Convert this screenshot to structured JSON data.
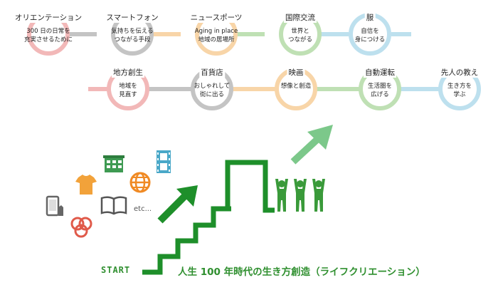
{
  "colors": {
    "pink": "#f2b8b8",
    "gray": "#c4c4c4",
    "peach": "#f8d5a8",
    "green": "#bfe0b4",
    "blue": "#bde0ee",
    "step_green": "#1e8f2a",
    "arrow_light_green": "#7cc88a",
    "people_green": "#3a9a3a"
  },
  "roadmap": {
    "row1": [
      {
        "title": "オリエンテーション",
        "subtitle": "300 日の日常を\n充実させるために"
      },
      {
        "title": "スマートフォン",
        "subtitle": "気持ちを伝える\nつながる手段"
      },
      {
        "title": "ニュースポーツ",
        "subtitle": "Aging in place\n地域の居場所"
      },
      {
        "title": "国際交流",
        "subtitle": "世界と\nつながる"
      },
      {
        "title": "服",
        "subtitle": "自信を\n身につける"
      }
    ],
    "row2": [
      {
        "title": "地方創生",
        "subtitle": "地域を\n見直す"
      },
      {
        "title": "百貨店",
        "subtitle": "おしゃれして\n街に出る"
      },
      {
        "title": "映画",
        "subtitle": "想像と創造"
      },
      {
        "title": "自動運転",
        "subtitle": "生活圏を\n広げる"
      },
      {
        "title": "先人の教え",
        "subtitle": "生き方を\n学ぶ"
      }
    ]
  },
  "illustration": {
    "icons": [
      "smartphone-icon",
      "clothing-icon",
      "building-icon",
      "globe-icon",
      "film-icon",
      "book-icon",
      "department-store-logo-icon"
    ],
    "etc_label": "etc...",
    "start_label": "START",
    "caption": "人生 100 年時代の生き方創造（ライフクリエーション）"
  }
}
